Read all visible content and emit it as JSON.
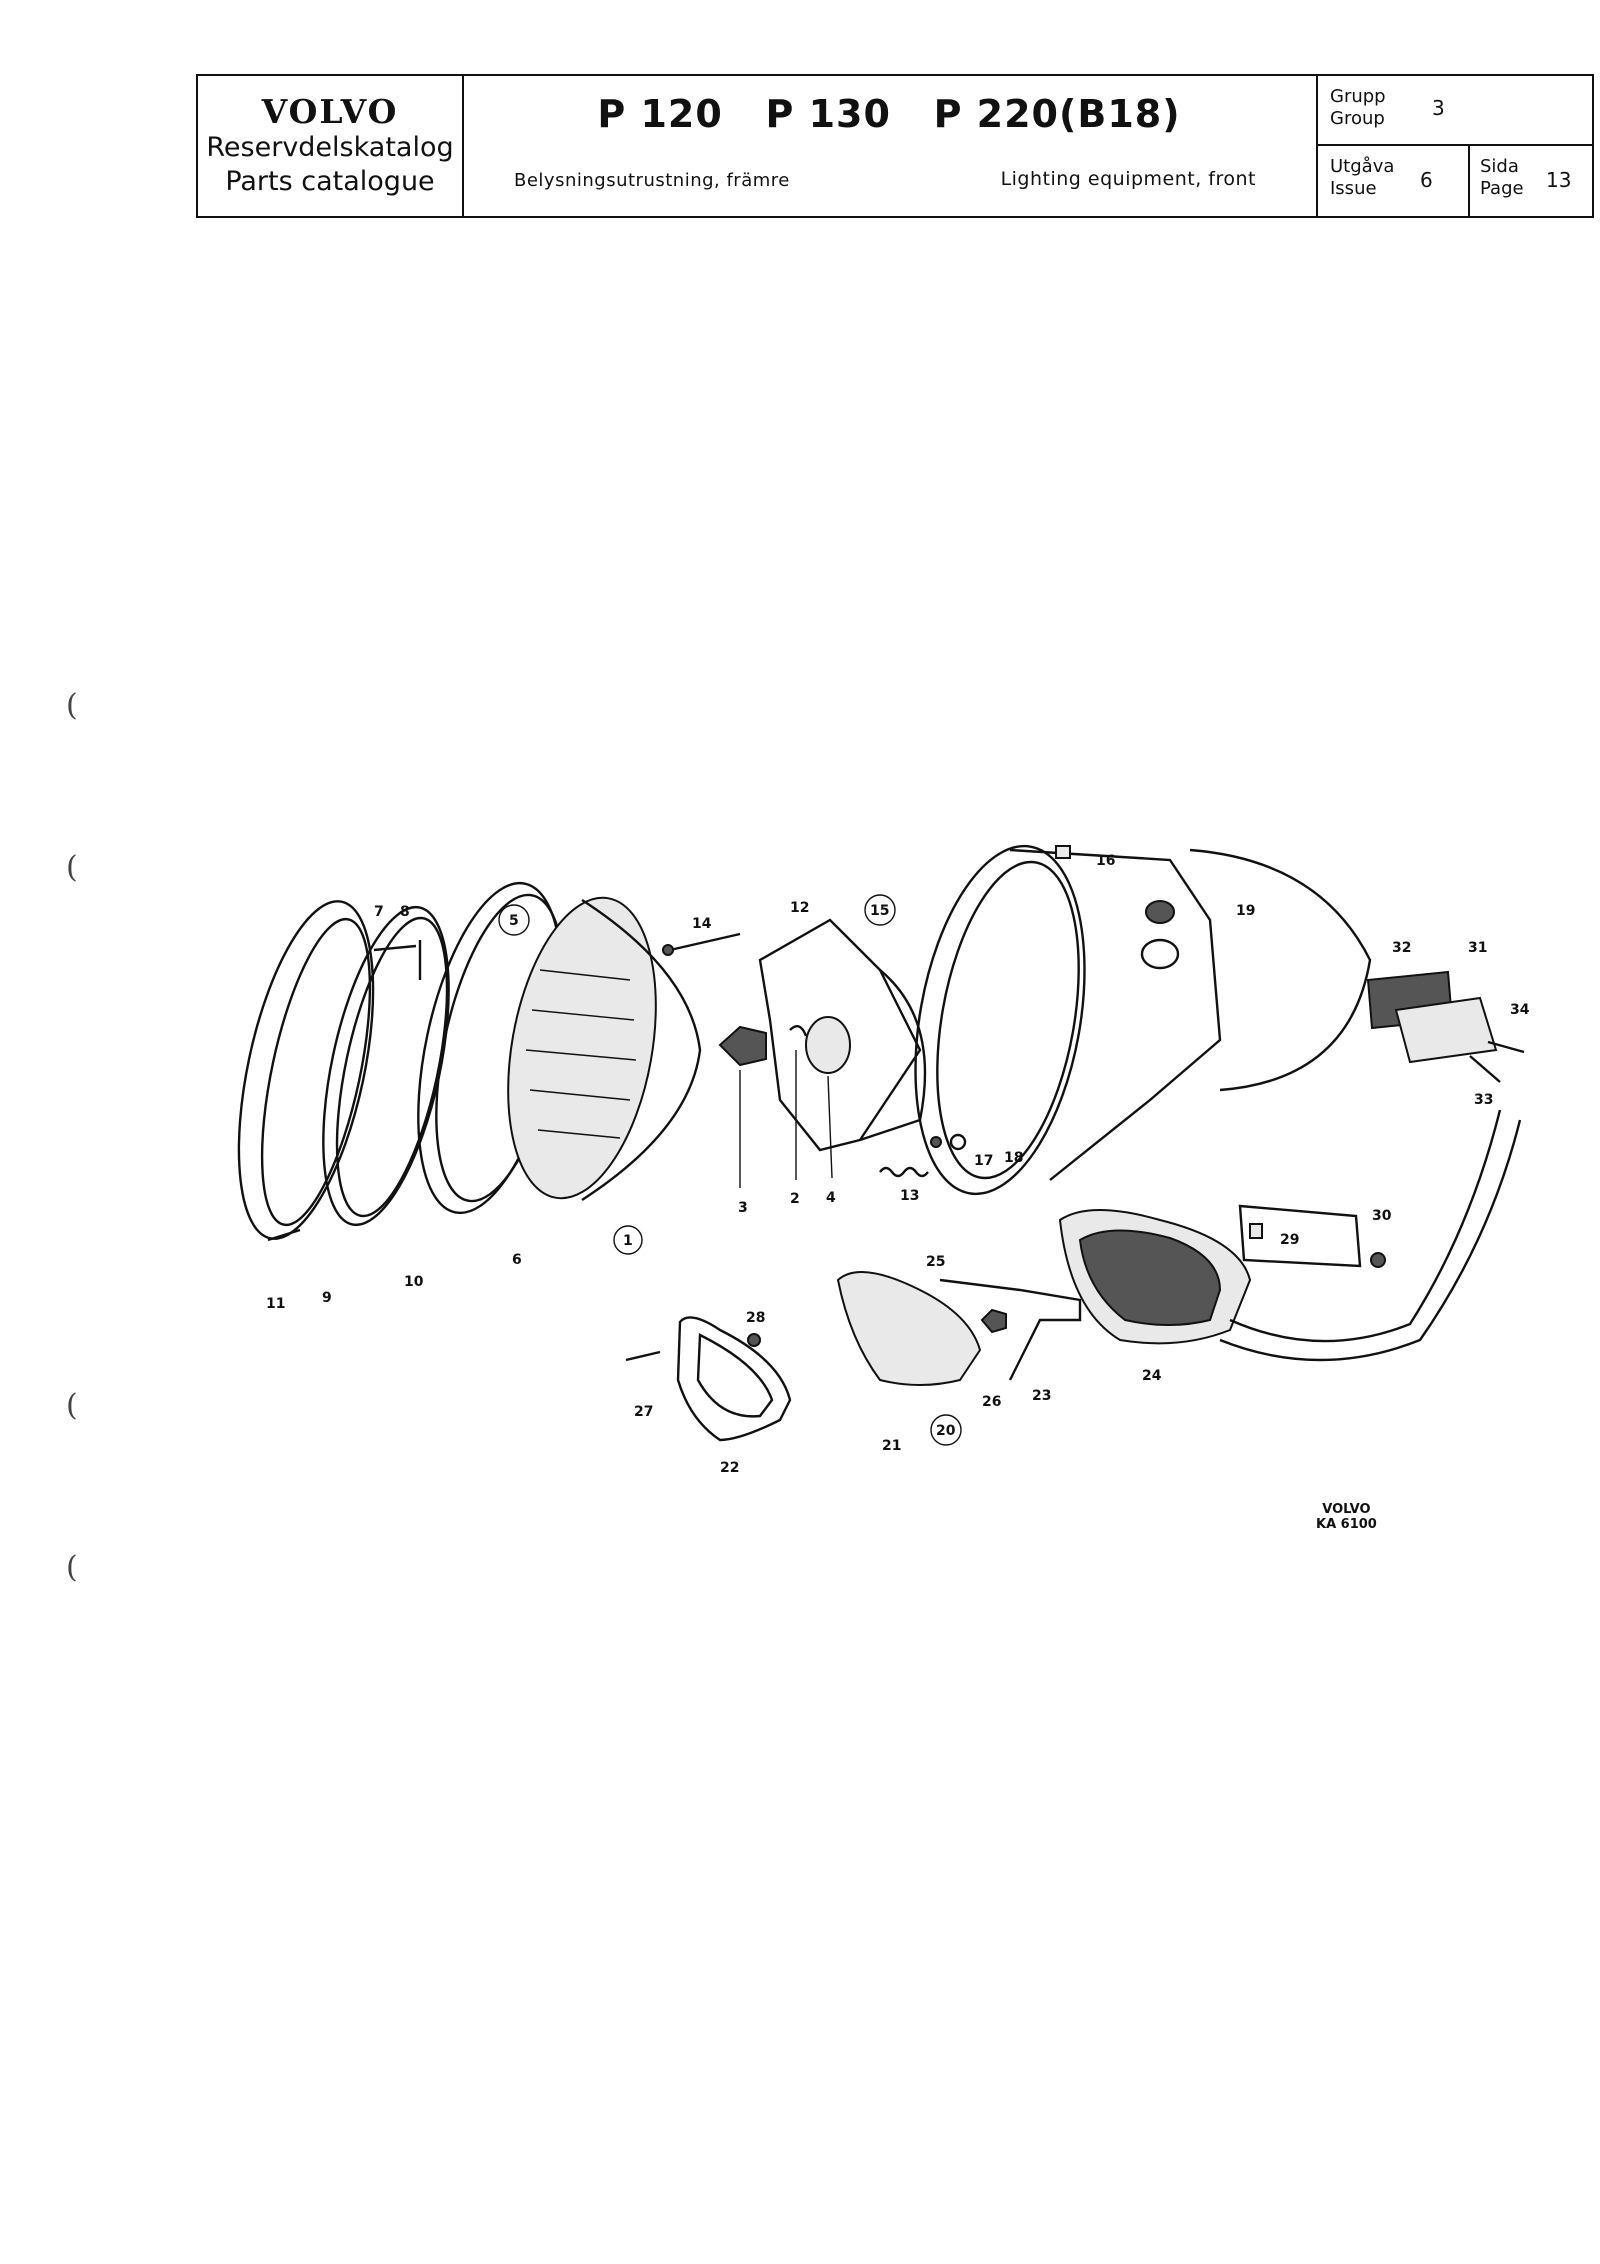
{
  "header": {
    "brand": "VOLVO",
    "catalog_sv": "Reservdelskatalog",
    "catalog_en": "Parts catalogue",
    "models": "P 120   P 130   P 220(B18)",
    "title_sv": "Belysningsutrustning, främre",
    "title_en": "Lighting equipment, front",
    "group_label_sv": "Grupp",
    "group_label_en": "Group",
    "group_value": "3",
    "issue_label_sv": "Utgåva",
    "issue_label_en": "Issue",
    "issue_value": "6",
    "page_label_sv": "Sida",
    "page_label_en": "Page",
    "page_value": "13"
  },
  "margin_marks": [
    "(",
    "(",
    "(",
    "("
  ],
  "diagram": {
    "callouts": [
      "1",
      "2",
      "3",
      "4",
      "5",
      "6",
      "7",
      "8",
      "9",
      "10",
      "11",
      "12",
      "13",
      "14",
      "15",
      "16",
      "17",
      "18",
      "19",
      "20",
      "21",
      "22",
      "23",
      "24",
      "25",
      "26",
      "27",
      "28",
      "29",
      "30",
      "31",
      "32",
      "33",
      "34"
    ],
    "reference_brand": "VOLVO",
    "reference_code": "KA 6100"
  }
}
